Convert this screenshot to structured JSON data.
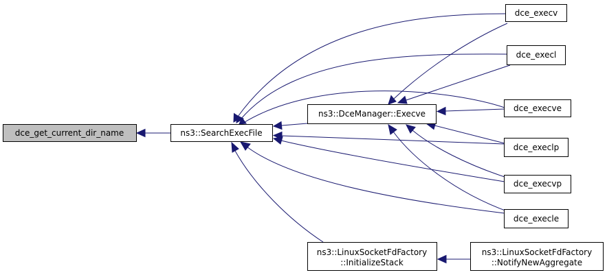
{
  "colors": {
    "node_border": "#000000",
    "node_fill": "#ffffff",
    "highlight_fill": "#bfbfbf",
    "edge": "#191970"
  },
  "nodes": {
    "dce_get_current_dir_name": {
      "label": "dce_get_current_dir_name"
    },
    "search_exec_file": {
      "label": "ns3::SearchExecFile"
    },
    "dce_manager_execve": {
      "label": "ns3::DceManager::Execve"
    },
    "initialize_stack": {
      "lines": [
        "ns3::LinuxSocketFdFactory",
        "::InitializeStack"
      ]
    },
    "notify_new_aggregate": {
      "lines": [
        "ns3::LinuxSocketFdFactory",
        "::NotifyNewAggregate"
      ]
    },
    "dce_execv": {
      "label": "dce_execv"
    },
    "dce_execl": {
      "label": "dce_execl"
    },
    "dce_execve": {
      "label": "dce_execve"
    },
    "dce_execlp": {
      "label": "dce_execlp"
    },
    "dce_execvp": {
      "label": "dce_execvp"
    },
    "dce_execle": {
      "label": "dce_execle"
    }
  }
}
